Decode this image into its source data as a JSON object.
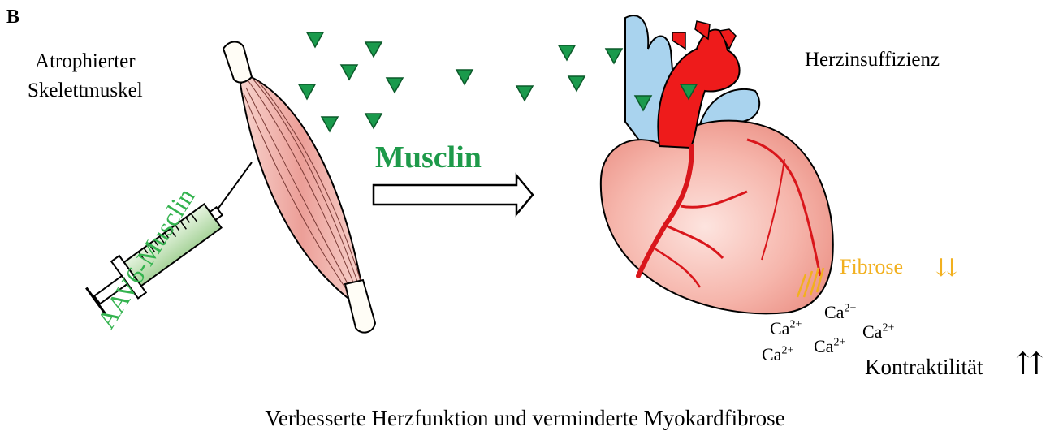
{
  "panel_letter": "B",
  "muscle": {
    "label_line1": "Atrophierter",
    "label_line2": "Skelettmuskel"
  },
  "syringe": {
    "label": "AAV6-Musclin"
  },
  "arrow": {
    "label": "Musclin"
  },
  "heart": {
    "label": "Herzinsuffizienz"
  },
  "fibrose": {
    "label": "Fibrose",
    "arrows": "⇊"
  },
  "calcium": {
    "ion": "Ca",
    "charge": "2+"
  },
  "kontraktilitaet": {
    "label": "Kontraktilität",
    "arrows": "⇈"
  },
  "caption": "Verbesserte Herzfunktion und verminderte Myokardfibrose",
  "colors": {
    "musclin_green": "#1e9a4a",
    "syringe_green": "#34b34f",
    "triangle_green": "#1a9a4c",
    "fibrose_orange": "#f2b01e",
    "heart_red": "#ee1b1b",
    "vessel_blue": "#a9d3ee",
    "heart_pink": "#f4a9a0",
    "muscle_pink": "#f0b6b1"
  }
}
